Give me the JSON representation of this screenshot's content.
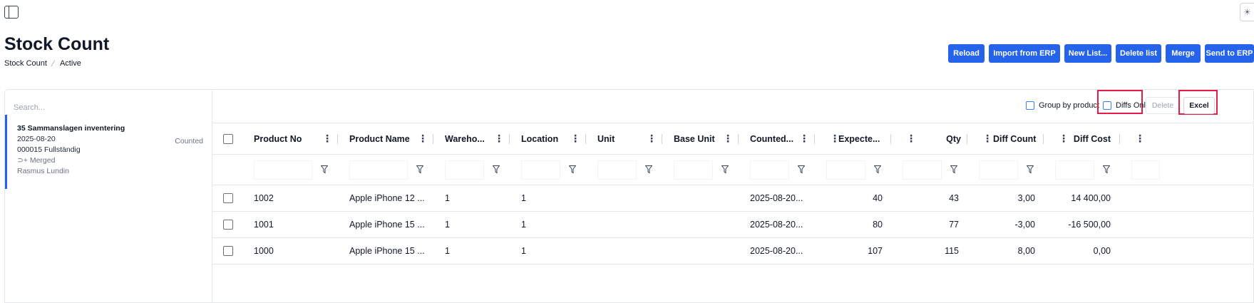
{
  "header": {
    "title": "Stock Count",
    "breadcrumb": [
      "Stock Count",
      "Active"
    ],
    "breadcrumb_sep": "⁄"
  },
  "toolbar": {
    "buttons": [
      "Reload",
      "Import from ERP",
      "New List...",
      "Delete list",
      "Merge",
      "Send to ERP"
    ]
  },
  "sidebar": {
    "search_placeholder": "Search...",
    "items": [
      {
        "title": "35 Sammanslagen inventering",
        "date": "2025-08-20",
        "code": "000015 Fullständig",
        "merged": "⊃+ Merged",
        "user": "Rasmus Lundin",
        "status": "Counted"
      }
    ]
  },
  "grid_tools": {
    "group_by_product": "Group by product",
    "diffs_only": "Diffs Only",
    "delete": "Delete",
    "excel": "Excel"
  },
  "table": {
    "columns": [
      "Product No",
      "Product Name",
      "Wareho...",
      "Location",
      "Unit",
      "Base Unit",
      "Counted...",
      "Expecte...",
      "",
      "Qty",
      "Diff Count",
      "Diff Cost"
    ],
    "rows": [
      [
        "1002",
        "Apple iPhone 12 ...",
        "1",
        "1",
        "",
        "",
        "2025-08-20...",
        "40",
        "",
        "43",
        "3,00",
        "14 400,00"
      ],
      [
        "1001",
        "Apple iPhone 15 ...",
        "1",
        "1",
        "",
        "",
        "2025-08-20...",
        "80",
        "",
        "77",
        "-3,00",
        "-16 500,00"
      ],
      [
        "1000",
        "Apple iPhone 15 ...",
        "1",
        "1",
        "",
        "",
        "2025-08-20...",
        "107",
        "",
        "115",
        "8,00",
        "0,00"
      ]
    ]
  },
  "colors": {
    "accent": "#2563eb",
    "highlight": "#e11d48"
  },
  "icons": {
    "sidebar_toggle": "sidebar-panel-icon",
    "theme": "sun-icon",
    "column_menu": "kebab-icon",
    "filter": "funnel-icon"
  }
}
